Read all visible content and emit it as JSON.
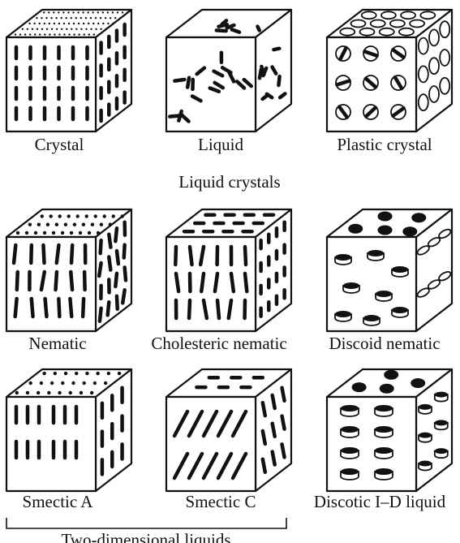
{
  "phases": {
    "crystal": "Crystal",
    "liquid": "Liquid",
    "plastic_crystal": "Plastic crystal",
    "nematic": "Nematic",
    "cholesteric_nematic": "Cholesteric nematic",
    "discoid_nematic": "Discoid nematic",
    "smectic_a": "Smectic A",
    "smectic_c": "Smectic C",
    "discotic_liquid": "Discotic I–D liquid"
  },
  "groups": {
    "liquid_crystals": "Liquid crystals",
    "two_dimensional_liquids": "Two-dimensional liquids"
  },
  "colors": {
    "ink": "#111111",
    "background": "#ffffff"
  }
}
